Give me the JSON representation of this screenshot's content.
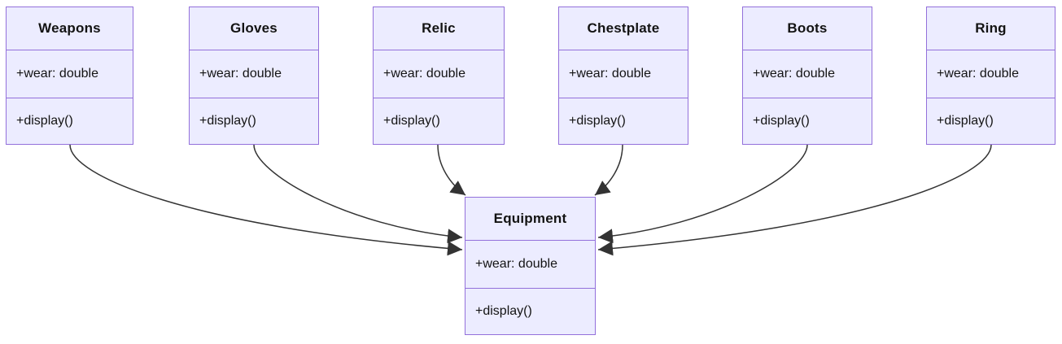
{
  "diagram": {
    "type": "uml-class-diagram",
    "colors": {
      "node_fill": "#ECECFF",
      "node_border": "#9370DB",
      "edge": "#333333",
      "text": "#131313",
      "background": "#ffffff"
    },
    "classes": [
      {
        "id": "weapons",
        "name": "Weapons",
        "attribute": "+wear: double",
        "method": "+display()"
      },
      {
        "id": "gloves",
        "name": "Gloves",
        "attribute": "+wear: double",
        "method": "+display()"
      },
      {
        "id": "relic",
        "name": "Relic",
        "attribute": "+wear: double",
        "method": "+display()"
      },
      {
        "id": "chestplate",
        "name": "Chestplate",
        "attribute": "+wear: double",
        "method": "+display()"
      },
      {
        "id": "boots",
        "name": "Boots",
        "attribute": "+wear: double",
        "method": "+display()"
      },
      {
        "id": "ring",
        "name": "Ring",
        "attribute": "+wear: double",
        "method": "+display()"
      },
      {
        "id": "equipment",
        "name": "Equipment",
        "attribute": "+wear: double",
        "method": "+display()"
      }
    ],
    "edges": [
      {
        "from": "Weapons",
        "to": "Equipment",
        "style": "solid",
        "head": "filled-arrow"
      },
      {
        "from": "Gloves",
        "to": "Equipment",
        "style": "solid",
        "head": "filled-arrow"
      },
      {
        "from": "Relic",
        "to": "Equipment",
        "style": "solid",
        "head": "filled-arrow"
      },
      {
        "from": "Chestplate",
        "to": "Equipment",
        "style": "solid",
        "head": "filled-arrow"
      },
      {
        "from": "Boots",
        "to": "Equipment",
        "style": "solid",
        "head": "filled-arrow"
      },
      {
        "from": "Ring",
        "to": "Equipment",
        "style": "solid",
        "head": "filled-arrow"
      }
    ]
  }
}
